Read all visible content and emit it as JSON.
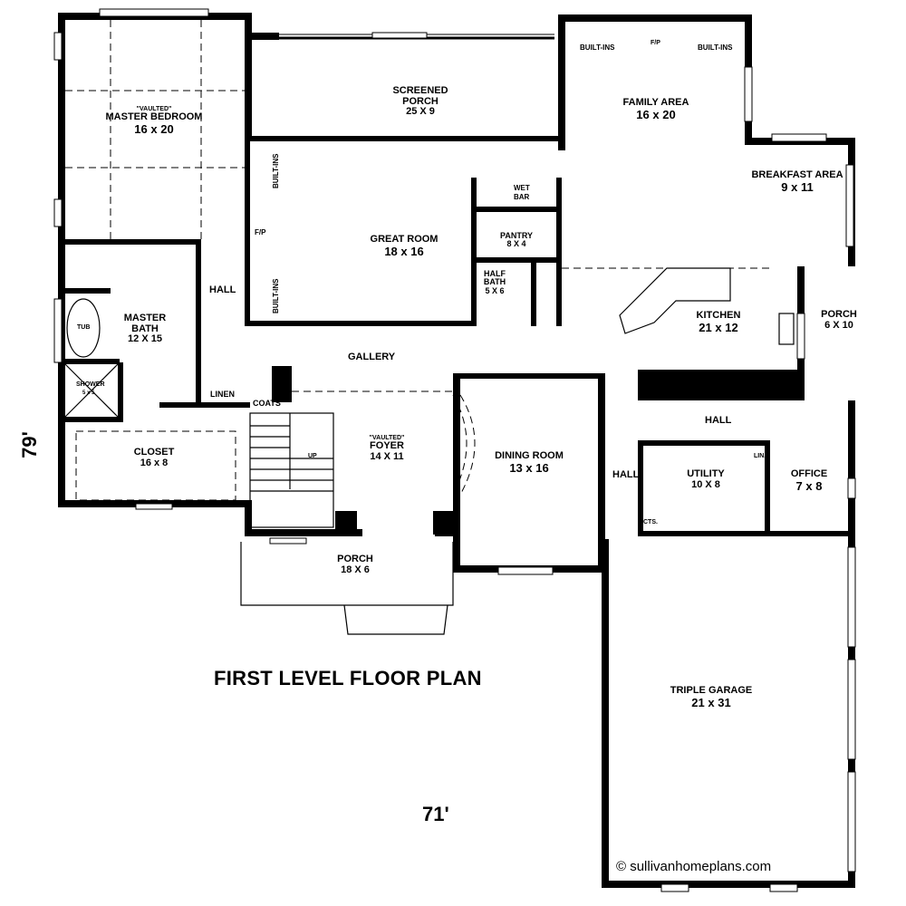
{
  "plan": {
    "title": "FIRST LEVEL FLOOR PLAN",
    "overall_width": "71'",
    "overall_depth": "79'",
    "copyright": "© sullivanhomeplans.com"
  },
  "rooms": {
    "master_bedroom": {
      "note": "\"VAULTED\"",
      "name": "MASTER BEDROOM",
      "size": "16 x 20"
    },
    "screened_porch": {
      "name": "SCREENED PORCH",
      "line1": "SCREENED",
      "line2": "PORCH",
      "size": "25 X 9"
    },
    "family_area": {
      "name": "FAMILY AREA",
      "size": "16 x 20"
    },
    "breakfast_area": {
      "name": "BREAKFAST AREA",
      "size": "9 x 11"
    },
    "great_room": {
      "name": "GREAT ROOM",
      "size": "18 x 16"
    },
    "pantry": {
      "name": "PANTRY",
      "size": "8 X 4"
    },
    "half_bath": {
      "line1": "HALF",
      "line2": "BATH",
      "size": "5 X 6"
    },
    "kitchen": {
      "name": "KITCHEN",
      "size": "21 x 12"
    },
    "rear_porch": {
      "name": "PORCH",
      "size": "6 X 10"
    },
    "master_bath": {
      "line1": "MASTER",
      "line2": "BATH",
      "size": "12 X 15"
    },
    "closet": {
      "name": "CLOSET",
      "size": "16 x 8"
    },
    "foyer": {
      "note": "\"VAULTED\"",
      "name": "FOYER",
      "size": "14 X 11"
    },
    "dining_room": {
      "name": "DINING ROOM",
      "size": "13 x 16"
    },
    "front_porch": {
      "name": "PORCH",
      "size": "18 X 6"
    },
    "utility": {
      "name": "UTILITY",
      "size": "10 X 8"
    },
    "office": {
      "name": "OFFICE",
      "size": "7 x 8"
    },
    "triple_garage": {
      "name": "TRIPLE GARAGE",
      "size": "21 x 31"
    }
  },
  "fixtures": {
    "built_ins_1": "BUILT-INS",
    "built_ins_2": "BUILT-INS",
    "built_ins_family_left": "BUILT-INS",
    "built_ins_family_right": "BUILT-INS",
    "fp_great_room": "F/P",
    "fp_family": "F/P",
    "wet": "WET",
    "bar": "BAR",
    "tub": "TUB",
    "shower": "SHOWER",
    "shower_size": "5 x 5",
    "linen": "LINEN",
    "coats": "COATS",
    "stairs_up": "UP",
    "lin": "LIN.",
    "cts": "CTS."
  },
  "circulation": {
    "hall_master": "HALL",
    "gallery": "GALLERY",
    "hall_kitchen": "HALL",
    "hall_utility": "HALL"
  }
}
